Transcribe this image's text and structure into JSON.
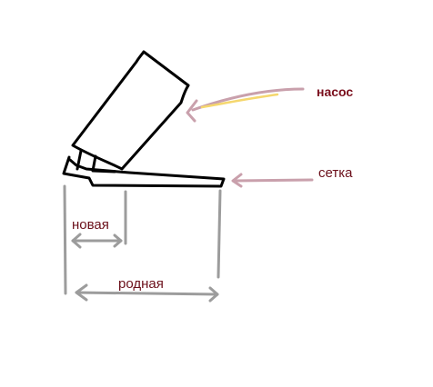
{
  "labels": {
    "pump": "насос",
    "mesh": "сетка",
    "new_width": "новая",
    "stock_width": "родная"
  },
  "colors": {
    "ink": "#000000",
    "label_text": "#6b0f1a",
    "pump_label_text": "#7a0e1c",
    "pointer_arrow": "#c9a0ac",
    "pump_arrow_highlight": "#f5d76e",
    "dimension_gray": "#9c9c9c"
  }
}
